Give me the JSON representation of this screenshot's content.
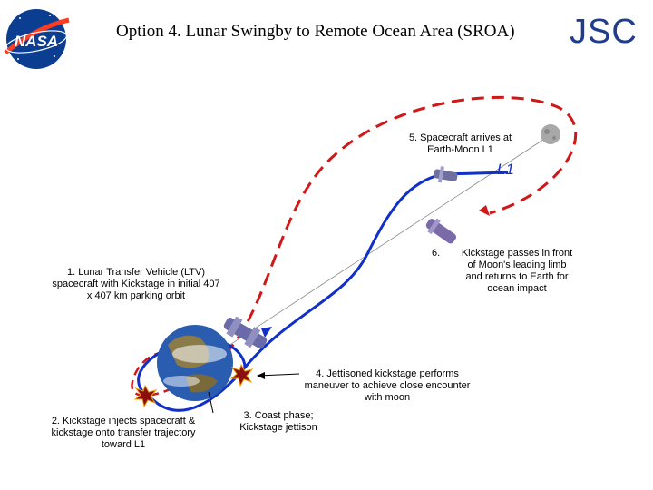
{
  "header": {
    "title": "Option 4. Lunar Swingby to Remote Ocean Area (SROA)",
    "org_code": "JSC",
    "logo_text": "NASA"
  },
  "diagram": {
    "l1_label": "L1",
    "step1": "1. Lunar Transfer Vehicle (LTV) spacecraft with Kickstage in initial 407 x 407 km parking orbit",
    "step2": "2. Kickstage injects spacecraft & kickstage onto transfer trajectory toward L1",
    "step3": "3. Coast phase; Kickstage jettison",
    "step4": "4. Jettisoned kickstage performs maneuver to achieve close encounter with moon",
    "step5": "5. Spacecraft arrives at Earth-Moon L1",
    "step6_num": "6.",
    "step6": "Kickstage passes in front of Moon's leading limb and returns to Earth for ocean impact"
  },
  "colors": {
    "trajectory_blue": "#1030c8",
    "kickstage_red": "#d01818",
    "jsc_blue": "#1f3d8f",
    "logo_blue": "#0b3d91",
    "logo_red": "#fc3d21"
  }
}
